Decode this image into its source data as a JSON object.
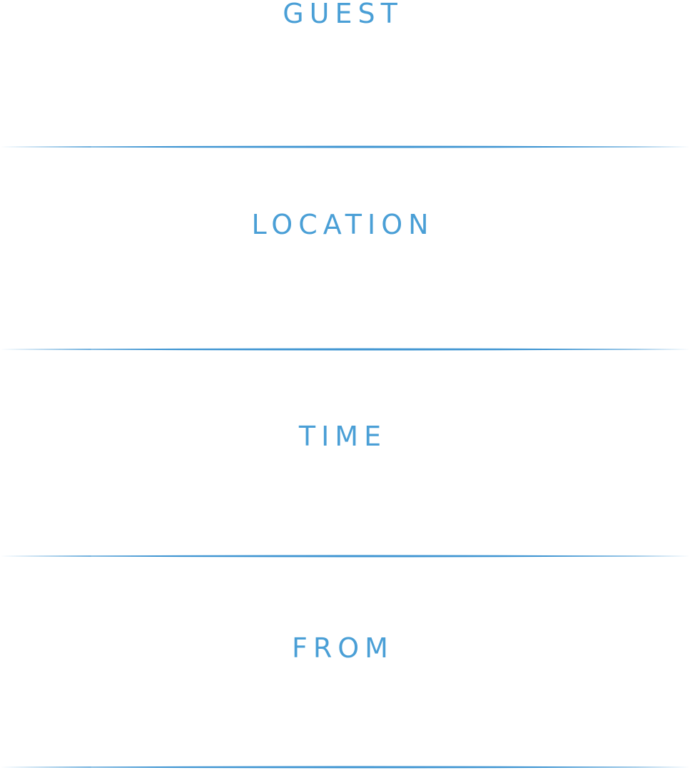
{
  "theme": {
    "text_color": "#4a9fd6",
    "rule_color": "#3f95d2",
    "background": "#ffffff"
  },
  "fields": [
    {
      "label": "GUEST"
    },
    {
      "label": "LOCATION"
    },
    {
      "label": "TIME"
    },
    {
      "label": "FROM"
    }
  ]
}
